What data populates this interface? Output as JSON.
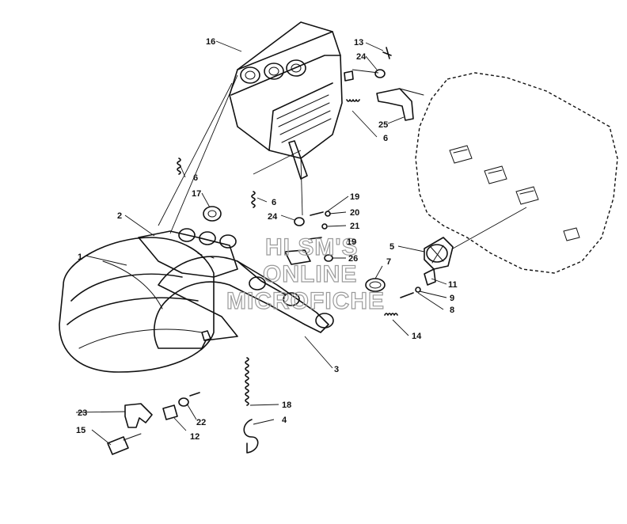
{
  "watermark": [
    "HI SM'S",
    "ONLINE",
    "MICROFICHE"
  ],
  "callouts": [
    "1",
    "2",
    "3",
    "4",
    "5",
    "6",
    "6",
    "6",
    "7",
    "8",
    "9",
    "11",
    "12",
    "13",
    "14",
    "15",
    "16",
    "17",
    "18",
    "19",
    "19",
    "20",
    "21",
    "22",
    "23",
    "24",
    "24",
    "25",
    "26"
  ]
}
